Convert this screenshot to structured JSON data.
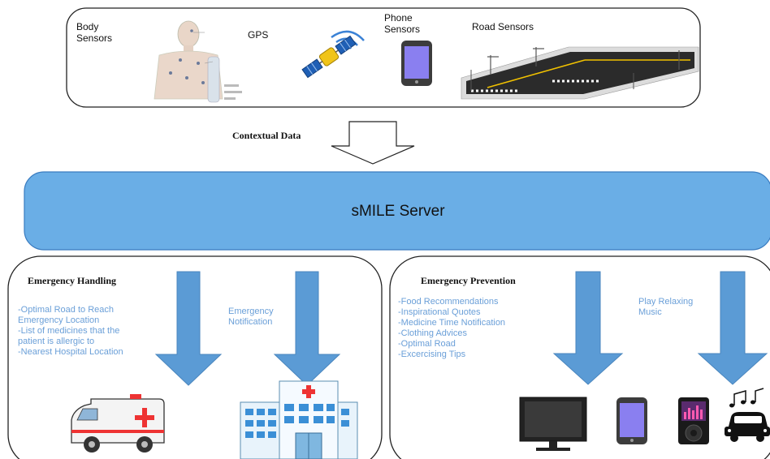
{
  "sensors": {
    "body": "Body\nSensors",
    "gps": "GPS",
    "phone": "Phone\nSensors",
    "road": "Road Sensors"
  },
  "flow": {
    "contextual_data": "Contextual Data"
  },
  "server": {
    "title": "sMILE Server"
  },
  "emergency_handling": {
    "title": "Emergency Handling",
    "items": [
      "-Optimal Road to Reach",
      "Emergency Location",
      "-List of medicines that the",
      "patient is allergic to",
      "-Nearest Hospital Location"
    ],
    "notification": "Emergency\nNotification"
  },
  "emergency_prevention": {
    "title": "Emergency Prevention",
    "items": [
      "-Food Recommendations",
      "-Inspirational Quotes",
      "-Medicine Time Notification",
      "-Clothing Advices",
      "-Optimal Road",
      "-Excercising Tips"
    ],
    "music": "Play Relaxing\nMusic"
  },
  "colors": {
    "server_fill": "#6aaee6",
    "arrow_fill": "#5b9bd5",
    "item_text": "#6a9fd8"
  }
}
